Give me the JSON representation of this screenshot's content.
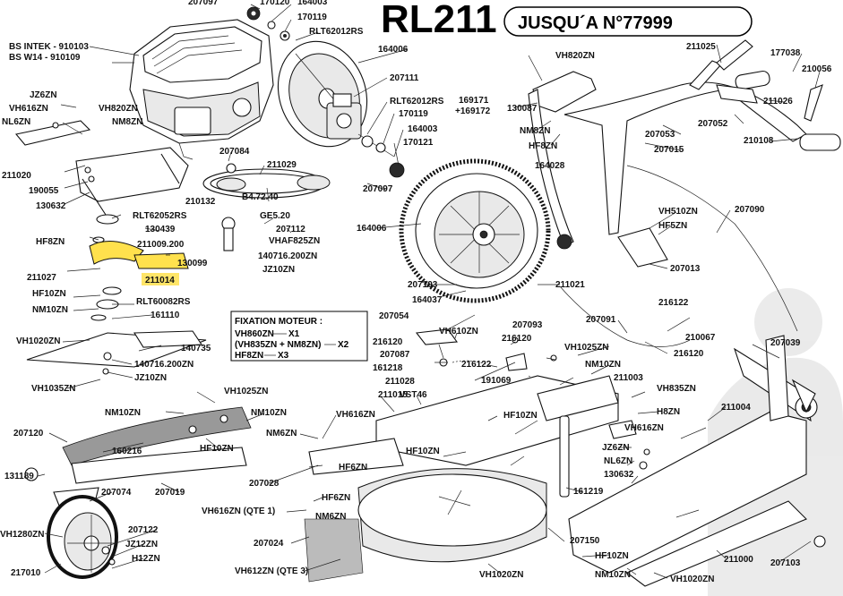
{
  "title": {
    "model": "RL211",
    "subtitle": "JUSQU´A N°77999"
  },
  "highlight_color": "#FFE14D",
  "note": {
    "heading": "FIXATION MOTEUR  :",
    "rows": [
      {
        "text": "VH860ZN",
        "qty": "X1"
      },
      {
        "text": "(VH835ZN + NM8ZN)",
        "qty": "X2"
      },
      {
        "text": "HF8ZN",
        "qty": "X3"
      }
    ]
  },
  "labels": [
    {
      "id": "l0",
      "text": "207097"
    },
    {
      "id": "l1",
      "text": "170120"
    },
    {
      "id": "l2",
      "text": "164003"
    },
    {
      "id": "l3",
      "text": "170119"
    },
    {
      "id": "l4",
      "text": "RLT62012RS"
    },
    {
      "id": "l5",
      "text": "BS INTEK - 910103"
    },
    {
      "id": "l6",
      "text": "BS W14 - 910109"
    },
    {
      "id": "l7",
      "text": "164006"
    },
    {
      "id": "l8",
      "text": "JZ6ZN"
    },
    {
      "id": "l9",
      "text": "VH616ZN"
    },
    {
      "id": "l10",
      "text": "NL6ZN"
    },
    {
      "id": "l11",
      "text": "VH820ZN"
    },
    {
      "id": "l12",
      "text": "NM8ZN"
    },
    {
      "id": "l13",
      "text": "207111"
    },
    {
      "id": "l14",
      "text": "RLT62012RS"
    },
    {
      "id": "l15",
      "text": "170119"
    },
    {
      "id": "l16",
      "text": "164003"
    },
    {
      "id": "l17",
      "text": "170121"
    },
    {
      "id": "l18",
      "text": "207084"
    },
    {
      "id": "l19",
      "text": "211029"
    },
    {
      "id": "l20",
      "text": "211020"
    },
    {
      "id": "l21",
      "text": "190055"
    },
    {
      "id": "l22",
      "text": "130632"
    },
    {
      "id": "l23",
      "text": "210132"
    },
    {
      "id": "l24",
      "text": "B4.72.40"
    },
    {
      "id": "l25",
      "text": "207097"
    },
    {
      "id": "l26",
      "text": "RLT62052RS"
    },
    {
      "id": "l27",
      "text": "GE5.20"
    },
    {
      "id": "l28",
      "text": "130439"
    },
    {
      "id": "l29",
      "text": "207112"
    },
    {
      "id": "l30",
      "text": "VHAF825ZN"
    },
    {
      "id": "l31",
      "text": "HF8ZN"
    },
    {
      "id": "l32",
      "text": "211009.200"
    },
    {
      "id": "l33",
      "text": "140716.200ZN"
    },
    {
      "id": "l34",
      "text": "130099"
    },
    {
      "id": "l35",
      "text": "JZ10ZN"
    },
    {
      "id": "l36",
      "text": "211027"
    },
    {
      "id": "l37",
      "text": "211014"
    },
    {
      "id": "l38",
      "text": "HF10ZN"
    },
    {
      "id": "l39",
      "text": "NM10ZN"
    },
    {
      "id": "l40",
      "text": "RLT60082RS"
    },
    {
      "id": "l41",
      "text": "161110"
    },
    {
      "id": "l42",
      "text": "VH1020ZN"
    },
    {
      "id": "l43",
      "text": "140735"
    },
    {
      "id": "l44",
      "text": "140716.200ZN"
    },
    {
      "id": "l45",
      "text": "JZ10ZN"
    },
    {
      "id": "l46",
      "text": "VH1035ZN"
    },
    {
      "id": "l47",
      "text": "VH820ZN"
    },
    {
      "id": "l48",
      "text": "169171"
    },
    {
      "id": "l49",
      "text": "+169172"
    },
    {
      "id": "l50",
      "text": "130087"
    },
    {
      "id": "l51",
      "text": "NM8ZN"
    },
    {
      "id": "l52",
      "text": "HF8ZN"
    },
    {
      "id": "l53",
      "text": "164028"
    },
    {
      "id": "l54",
      "text": "164006"
    },
    {
      "id": "l55",
      "text": "211025"
    },
    {
      "id": "l56",
      "text": "177038"
    },
    {
      "id": "l57",
      "text": "210056"
    },
    {
      "id": "l58",
      "text": "211026"
    },
    {
      "id": "l59",
      "text": "207052"
    },
    {
      "id": "l60",
      "text": "207053"
    },
    {
      "id": "l61",
      "text": "210108"
    },
    {
      "id": "l62",
      "text": "207015"
    },
    {
      "id": "l63",
      "text": "VH510ZN"
    },
    {
      "id": "l64",
      "text": "HF5ZN"
    },
    {
      "id": "l65",
      "text": "207090"
    },
    {
      "id": "l66",
      "text": "207013"
    },
    {
      "id": "l67",
      "text": "211021"
    },
    {
      "id": "l68",
      "text": "207103"
    },
    {
      "id": "l69",
      "text": "164037"
    },
    {
      "id": "l70",
      "text": "207054"
    },
    {
      "id": "l71",
      "text": "216122"
    },
    {
      "id": "l72",
      "text": "207093"
    },
    {
      "id": "l73",
      "text": "207091"
    },
    {
      "id": "l74",
      "text": "216120"
    },
    {
      "id": "l75",
      "text": "VH610ZN"
    },
    {
      "id": "l76",
      "text": "216120"
    },
    {
      "id": "l77",
      "text": "VH1025ZN"
    },
    {
      "id": "l78",
      "text": "210067"
    },
    {
      "id": "l79",
      "text": "216120"
    },
    {
      "id": "l80",
      "text": "207039"
    },
    {
      "id": "l81",
      "text": "207087"
    },
    {
      "id": "l82",
      "text": "216122"
    },
    {
      "id": "l83",
      "text": "NM10ZN"
    },
    {
      "id": "l84",
      "text": "161218"
    },
    {
      "id": "l85",
      "text": "211028"
    },
    {
      "id": "l86",
      "text": "191069"
    },
    {
      "id": "l87",
      "text": "211003"
    },
    {
      "id": "l88",
      "text": "VH835ZN"
    },
    {
      "id": "l89",
      "text": "211015"
    },
    {
      "id": "l90",
      "text": "VST46"
    },
    {
      "id": "l91",
      "text": "VH1025ZN"
    },
    {
      "id": "l92",
      "text": "H8ZN"
    },
    {
      "id": "l93",
      "text": "211004"
    },
    {
      "id": "l94",
      "text": "NM10ZN"
    },
    {
      "id": "l95",
      "text": "NM10ZN"
    },
    {
      "id": "l96",
      "text": "VH616ZN"
    },
    {
      "id": "l97",
      "text": "HF10ZN"
    },
    {
      "id": "l98",
      "text": "VH616ZN"
    },
    {
      "id": "l99",
      "text": "207120"
    },
    {
      "id": "l100",
      "text": "NM6ZN"
    },
    {
      "id": "l101",
      "text": "160216"
    },
    {
      "id": "l102",
      "text": "HF10ZN"
    },
    {
      "id": "l103",
      "text": "HF10ZN"
    },
    {
      "id": "l104",
      "text": "JZ6ZN"
    },
    {
      "id": "l105",
      "text": "NL6ZN"
    },
    {
      "id": "l106",
      "text": "131189"
    },
    {
      "id": "l107",
      "text": "207028"
    },
    {
      "id": "l108",
      "text": "HF6ZN"
    },
    {
      "id": "l109",
      "text": "130632"
    },
    {
      "id": "l110",
      "text": "207074"
    },
    {
      "id": "l111",
      "text": "207019"
    },
    {
      "id": "l112",
      "text": "161219"
    },
    {
      "id": "l113",
      "text": "HF6ZN"
    },
    {
      "id": "l114",
      "text": "VH616ZN (QTE 1)"
    },
    {
      "id": "l115",
      "text": "NM6ZN"
    },
    {
      "id": "l116",
      "text": "VH1280ZN"
    },
    {
      "id": "l117",
      "text": "207122"
    },
    {
      "id": "l118",
      "text": "JZ12ZN"
    },
    {
      "id": "l119",
      "text": "207024"
    },
    {
      "id": "l120",
      "text": "207150"
    },
    {
      "id": "l121",
      "text": "H12ZN"
    },
    {
      "id": "l122",
      "text": "HF10ZN"
    },
    {
      "id": "l123",
      "text": "211000"
    },
    {
      "id": "l124",
      "text": "207103"
    },
    {
      "id": "l125",
      "text": "217010"
    },
    {
      "id": "l126",
      "text": "VH612ZN (QTE 3)"
    },
    {
      "id": "l127",
      "text": "VH1020ZN"
    },
    {
      "id": "l128",
      "text": "NM10ZN"
    },
    {
      "id": "l129",
      "text": "VH1020ZN"
    }
  ]
}
